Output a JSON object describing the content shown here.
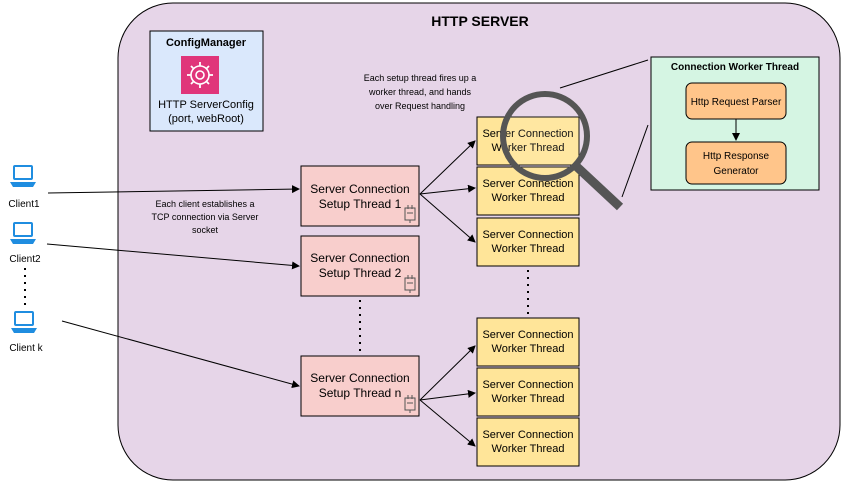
{
  "server": {
    "title": "HTTP SERVER"
  },
  "config_manager": {
    "title": "ConfigManager",
    "config_lines": [
      "HTTP ServerConfig",
      "(port, webRoot)"
    ]
  },
  "clients": [
    {
      "label": "Client1"
    },
    {
      "label": "Client2"
    },
    {
      "label": "Client k"
    }
  ],
  "annotations": {
    "client_connection": [
      "Each client establishes a",
      "TCP connection via Server",
      "socket"
    ],
    "setup_fires_worker": [
      "Each setup thread fires up a",
      "worker thread, and hands",
      "over Request handling"
    ]
  },
  "setup_threads": [
    {
      "lines": [
        "Server Connection",
        "Setup Thread 1"
      ]
    },
    {
      "lines": [
        "Server Connection",
        "Setup Thread 2"
      ]
    },
    {
      "lines": [
        "Server Connection",
        "Setup Thread n"
      ]
    }
  ],
  "worker_threads": [
    {
      "lines": [
        "Server Connection",
        "Worker Thread"
      ]
    },
    {
      "lines": [
        "Server Connection",
        "Worker Thread"
      ]
    },
    {
      "lines": [
        "Server Connection",
        "Worker Thread"
      ]
    },
    {
      "lines": [
        "Server Connection",
        "Worker Thread"
      ]
    },
    {
      "lines": [
        "Server Connection",
        "Worker Thread"
      ]
    },
    {
      "lines": [
        "Server Connection",
        "Worker Thread"
      ]
    }
  ],
  "detail_panel": {
    "title": "Connection Worker Thread",
    "parser": "Http Request Parser",
    "generator_lines": [
      "Http Response",
      "Generator"
    ]
  },
  "icons": {
    "client": "laptop-icon",
    "config": "settings-gear-icon",
    "thread_plug": "plug-icon",
    "zoom": "magnifier-icon"
  },
  "colors": {
    "server_bg": "#e6d5e8",
    "config_bg": "#dae8fc",
    "setup_bg": "#f8cecc",
    "worker_bg": "#ffe599",
    "detail_bg": "#d5f5e3",
    "detail_inner_bg": "#ffc58a",
    "config_icon_bg": "#e0357a",
    "client_icon": "#1f8de0"
  }
}
